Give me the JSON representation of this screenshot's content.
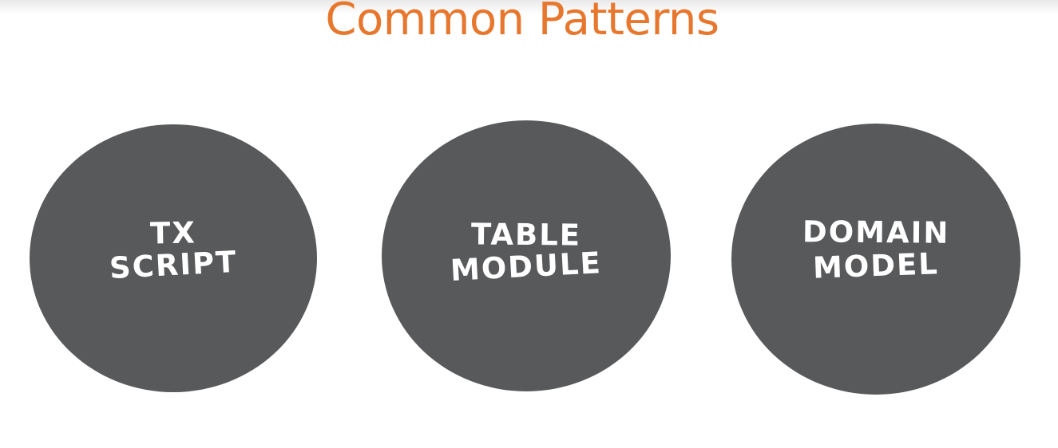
{
  "slide": {
    "title": "Common Patterns",
    "accent_color": "#e8772e",
    "circle_color": "#58595b",
    "patterns": [
      {
        "line1": "TX",
        "line2": "SCRIPT"
      },
      {
        "line1": "TABLE",
        "line2": "MODULE"
      },
      {
        "line1": "DOMAIN",
        "line2": "MODEL"
      }
    ]
  }
}
